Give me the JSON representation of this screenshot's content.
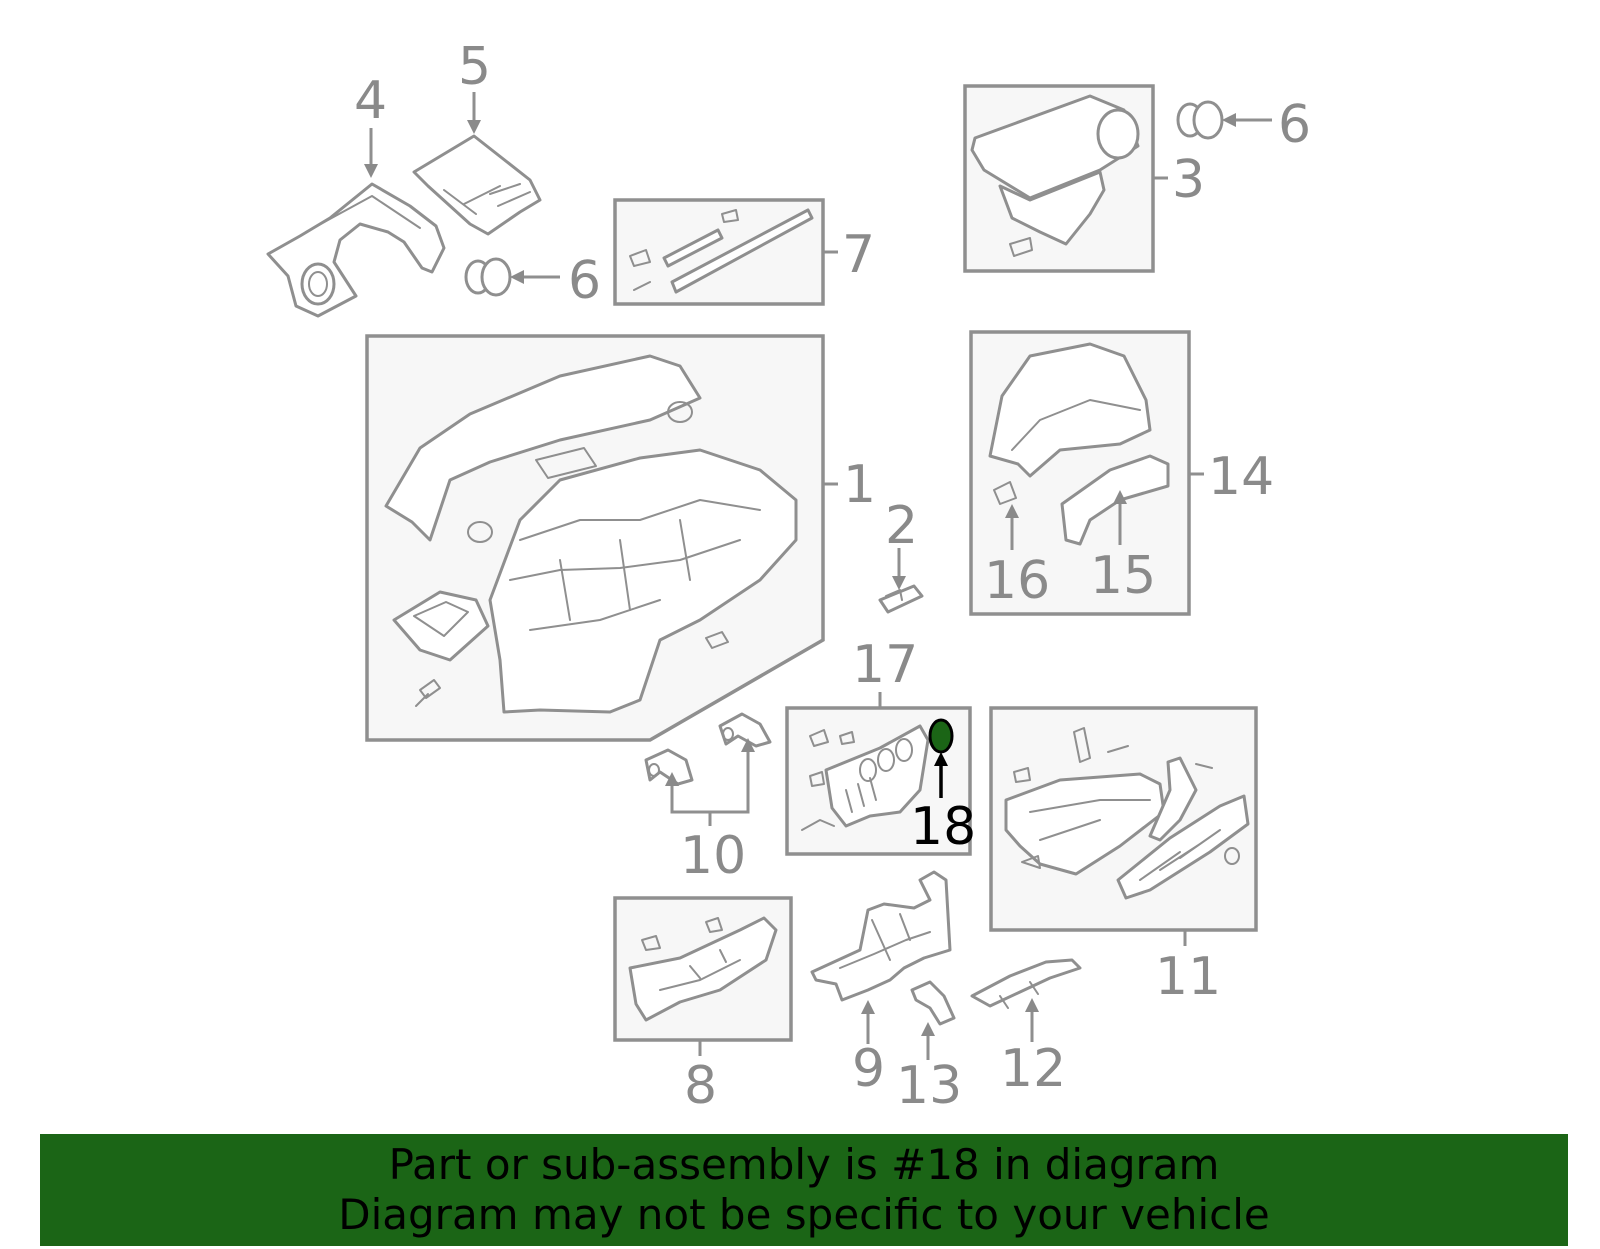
{
  "diagram": {
    "callouts": {
      "c1": "1",
      "c2": "2",
      "c3": "3",
      "c4": "4",
      "c5": "5",
      "c6a": "6",
      "c6b": "6",
      "c7": "7",
      "c8": "8",
      "c9": "9",
      "c10": "10",
      "c11": "11",
      "c12": "12",
      "c13": "13",
      "c14": "14",
      "c15": "15",
      "c16": "16",
      "c17": "17",
      "c18": "18"
    },
    "highlighted_part": "18",
    "highlight_color": "#1b6516"
  },
  "footer": {
    "line1": "Part or sub-assembly is #18 in diagram",
    "line2": "Diagram may not be specific to your vehicle",
    "background": "#1b6516"
  }
}
